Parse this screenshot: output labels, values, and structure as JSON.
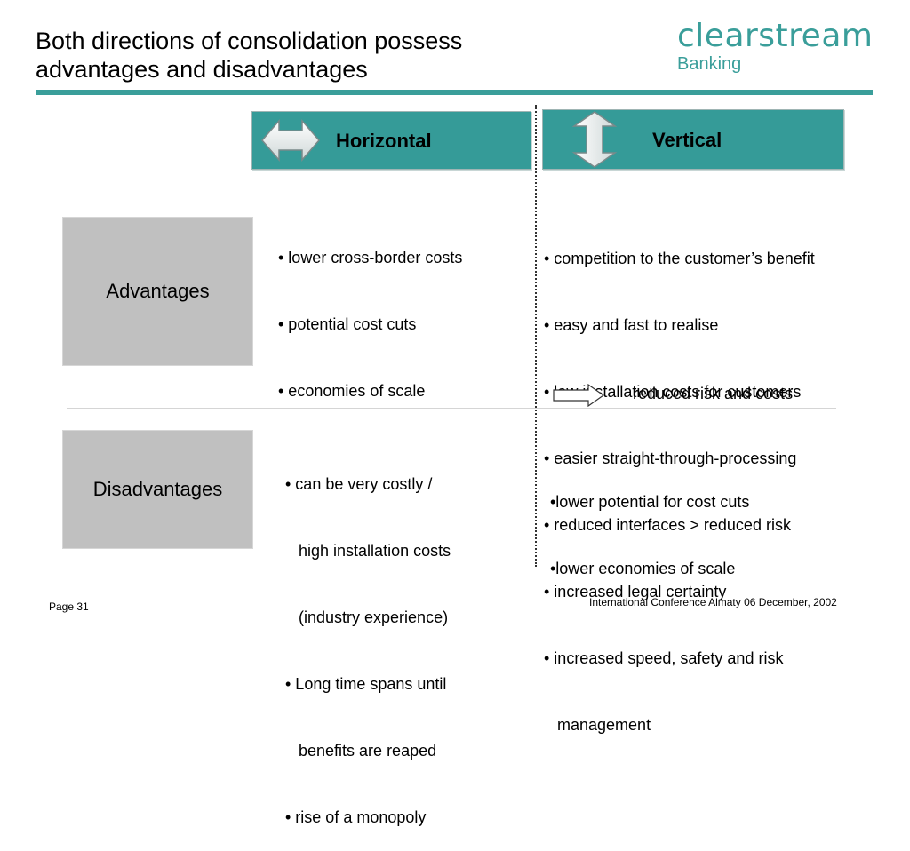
{
  "title_line1": "Both directions of consolidation possess",
  "title_line2": "advantages and disadvantages",
  "logo": {
    "main": "clearstream",
    "sub": "Banking"
  },
  "columns": {
    "horizontal": "Horizontal",
    "vertical": "Vertical"
  },
  "icons": {
    "horizontal": "double-arrow-horizontal-icon",
    "vertical": "double-arrow-vertical-icon",
    "conclusion": "arrow-right-icon"
  },
  "rows": {
    "advantages": "Advantages",
    "disadvantages": "Disadvantages"
  },
  "horizontal_advantages": [
    "• lower cross-border costs",
    "• potential cost cuts",
    "• economies of scale"
  ],
  "vertical_advantages": [
    "• competition to the customer’s benefit",
    "• easy and fast to realise",
    "• low installation costs for customers",
    "• easier straight-through-processing",
    "• reduced interfaces > reduced risk",
    "• increased legal certainty",
    "• increased speed, safety and risk",
    "   management"
  ],
  "vertical_advantages_conclusion": "reduced risk and costs",
  "horizontal_disadvantages": [
    "• can be very costly /",
    "   high installation costs",
    "   (industry experience)",
    "• Long time spans until",
    "   benefits are reaped",
    "• rise of a monopoly"
  ],
  "vertical_disadvantages": [
    "•lower potential for cost cuts",
    "•lower economies of scale"
  ],
  "footer": {
    "page": "Page 31",
    "event": "International Conference Almaty 06 December, 2002"
  },
  "colors": {
    "accent": "#359b98",
    "logo": "#3a9e9a",
    "row_box": "#c0c0c0"
  }
}
